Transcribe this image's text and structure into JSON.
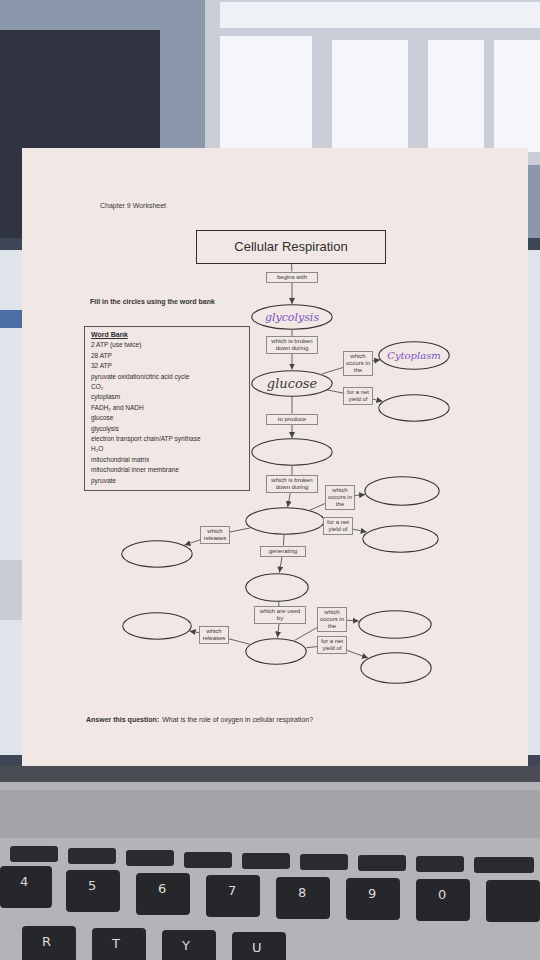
{
  "diagram": {
    "title": "Chapter 9 Worksheet",
    "nodes": [
      {
        "text": [
          "Cellular Respiration"
        ]
      },
      {
        "text": [
          "Word Bank",
          "2 ATP (use twice)",
          "28 ATP",
          "32 ATP",
          "pyruvate oxidation/citric acid cycle",
          "CO₂",
          "cytoplasm",
          "FADH₂ and NADH",
          "glucose",
          "glycolysis",
          "electron transport chain/ATP synthase",
          "H₂O",
          "mitochondrial matrix",
          "mitochondrial inner membrane",
          "pyruvate"
        ]
      },
      {
        "text": [
          "begins with"
        ]
      },
      {
        "text": [
          "glycolysis"
        ]
      },
      {
        "text": [
          "which is broken down during"
        ]
      },
      {
        "text": [
          "glucose"
        ]
      },
      {
        "text": [
          "which occurs in the"
        ]
      },
      {
        "text": [
          "Cytoplasm"
        ]
      },
      {
        "text": [
          "for a net yield of"
        ]
      },
      {
        "text": []
      },
      {
        "text": [
          "to produce"
        ]
      },
      {
        "text": []
      },
      {
        "text": [
          "which is broken down during"
        ]
      },
      {
        "text": [
          "which occurs in the"
        ]
      },
      {
        "text": []
      },
      {
        "text": []
      },
      {
        "text": [
          "for a net yield of"
        ]
      },
      {
        "text": []
      },
      {
        "text": [
          "which releases"
        ]
      },
      {
        "text": []
      },
      {
        "text": [
          "generating"
        ]
      },
      {
        "text": []
      },
      {
        "text": [
          "which are used by"
        ]
      },
      {
        "text": [
          "which occurs in the"
        ]
      },
      {
        "text": []
      },
      {
        "text": []
      },
      {
        "text": [
          "which releases"
        ]
      },
      {
        "text": []
      },
      {
        "text": [
          "for a net yield of"
        ]
      },
      {
        "text": []
      }
    ],
    "edges": [
      {
        "from": 0,
        "to": 2,
        "arrow": "none"
      },
      {
        "from": 2,
        "to": 3,
        "arrow": "to"
      },
      {
        "from": 3,
        "to": 4,
        "arrow": "none"
      },
      {
        "from": 4,
        "to": 5,
        "arrow": "to"
      },
      {
        "from": 5,
        "to": 6,
        "arrow": "none"
      },
      {
        "from": 6,
        "to": 7,
        "arrow": "to"
      },
      {
        "from": 5,
        "to": 8,
        "arrow": "none"
      },
      {
        "from": 8,
        "to": 9,
        "arrow": "to"
      },
      {
        "from": 5,
        "to": 10,
        "arrow": "none"
      },
      {
        "from": 10,
        "to": 11,
        "arrow": "to"
      },
      {
        "from": 11,
        "to": 12,
        "arrow": "none"
      },
      {
        "from": 12,
        "to": 15,
        "arrow": "to"
      },
      {
        "from": 15,
        "to": 13,
        "arrow": "none"
      },
      {
        "from": 13,
        "to": 14,
        "arrow": "to"
      },
      {
        "from": 15,
        "to": 16,
        "arrow": "none"
      },
      {
        "from": 16,
        "to": 17,
        "arrow": "to"
      },
      {
        "from": 15,
        "to": 18,
        "arrow": "none"
      },
      {
        "from": 18,
        "to": 19,
        "arrow": "to"
      },
      {
        "from": 15,
        "to": 20,
        "arrow": "none"
      },
      {
        "from": 20,
        "to": 21,
        "arrow": "to"
      },
      {
        "from": 21,
        "to": 22,
        "arrow": "none"
      },
      {
        "from": 22,
        "to": 25,
        "arrow": "to"
      },
      {
        "from": 25,
        "to": 23,
        "arrow": "none"
      },
      {
        "from": 23,
        "to": 24,
        "arrow": "to"
      },
      {
        "from": 25,
        "to": 26,
        "arrow": "none"
      },
      {
        "from": 26,
        "to": 27,
        "arrow": "to"
      },
      {
        "from": 25,
        "to": 28,
        "arrow": "none"
      },
      {
        "from": 28,
        "to": 29,
        "arrow": "to"
      }
    ],
    "labels": [
      "Fill in the circles using the word bank",
      "Answer this question:",
      "What is the role of oxygen in cellular respiration?",
      "4",
      "5",
      "6",
      "7",
      "8",
      "9",
      "0",
      "R",
      "T",
      "Y",
      "U"
    ]
  }
}
